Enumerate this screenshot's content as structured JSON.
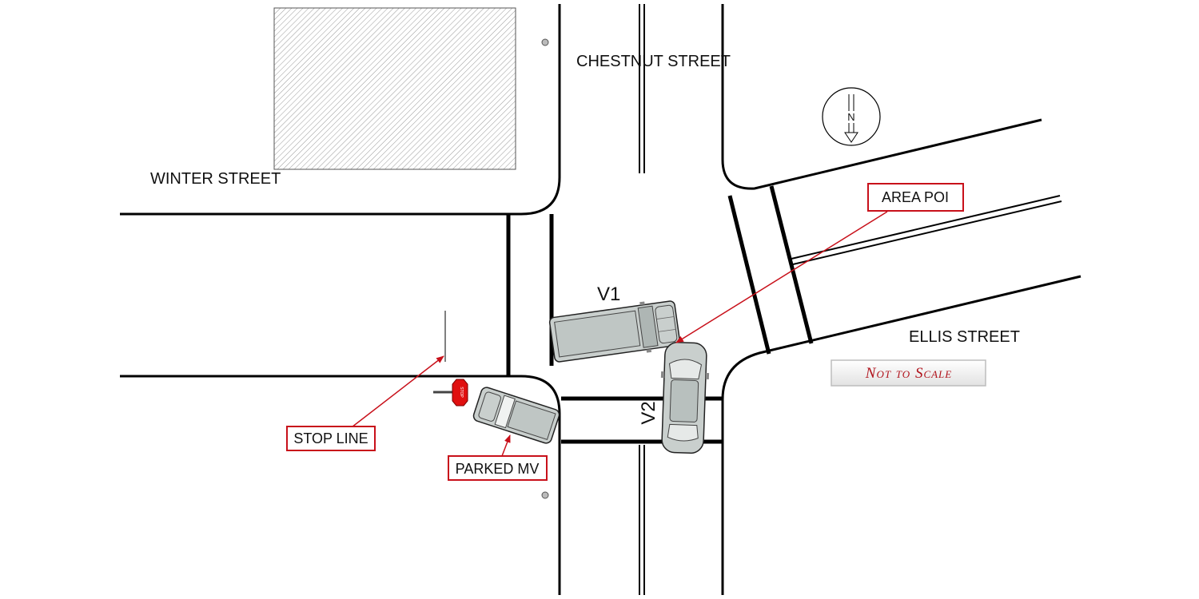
{
  "streets": {
    "chestnut": "CHESTNUT STREET",
    "winter": "WINTER STREET",
    "ellis": "ELLIS STREET"
  },
  "vehicles": {
    "v1": "V1",
    "v2": "V2"
  },
  "callouts": {
    "area_poi": "AREA POI",
    "stop_line": "STOP LINE",
    "parked_mv": "PARKED MV"
  },
  "scale_note": "Not to Scale",
  "north_label": "N",
  "stop_sign_text": "STOP",
  "colors": {
    "callout_accent": "#c8101a",
    "vehicle_fill": "#c9cfcd",
    "road_line": "#000000",
    "building_hatch": "#8a8a8a"
  }
}
